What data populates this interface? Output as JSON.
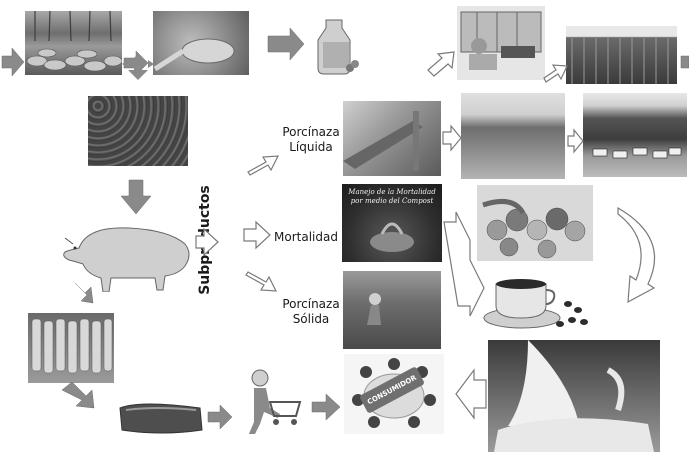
{
  "diagram": {
    "center_label": "Subproductos",
    "byproducts": [
      {
        "id": "porcinaza-liquida",
        "label_line1": "Porcínaza",
        "label_line2": "Líquida"
      },
      {
        "id": "mortalidad",
        "label_line1": "Mortalidad",
        "label_line2": ""
      },
      {
        "id": "porcinaza-solida",
        "label_line1": "Porcínaza",
        "label_line2": "Sólida"
      }
    ],
    "consumption_badge": "CONSUMIDOR",
    "compost_caption_1": "Manejo de la Mortalidad",
    "compost_caption_2": "por medio del Compost"
  },
  "colors": {
    "background": "#ffffff",
    "arrow_fill": "#8a8a8a",
    "arrow_outline_fill": "#ffffff",
    "arrow_outline_stroke": "#7a7a7a",
    "photo_dark": "#3c3c3c",
    "photo_mid": "#8c8c8c",
    "photo_light": "#d8d8d8"
  },
  "icons": {
    "corn_field": "corn-field-photo",
    "seeds": "soybean-seeds-photo",
    "oil": "oil-jar-photo",
    "pellets": "feed-pellets-photo",
    "pig": "pig-photo",
    "carcasses": "carcass-line-photo",
    "meat": "meat-cut-photo",
    "shopper": "shopper-cart-icon",
    "consumers": "consumer-group-icon"
  }
}
